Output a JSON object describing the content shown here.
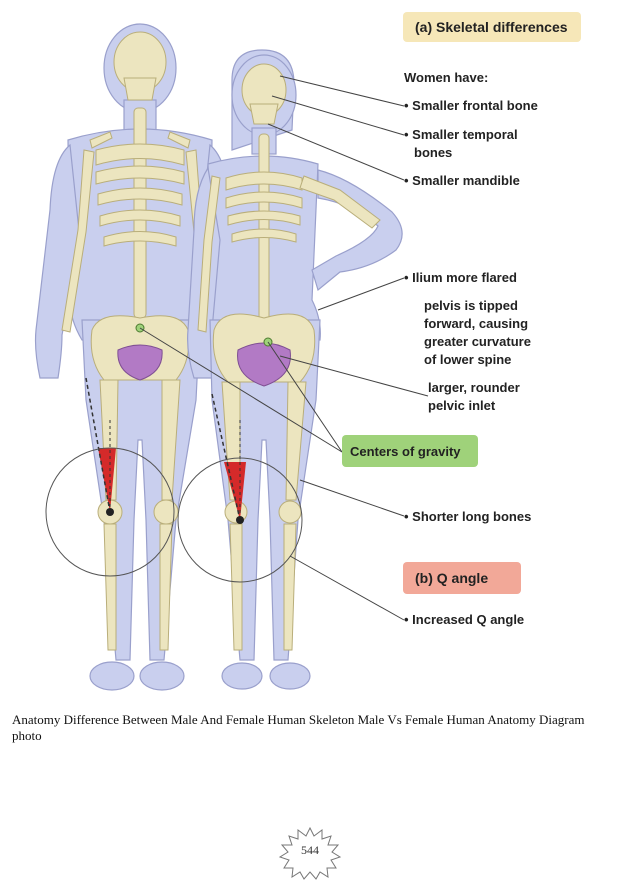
{
  "figure": {
    "section_a_title": "(a) Skeletal differences",
    "women_have": "Women have:",
    "bullets": [
      "• Smaller frontal bone",
      "• Smaller temporal",
      "bones",
      "• Smaller mandible",
      "• Ilium more flared"
    ],
    "pelvis_notes": [
      "pelvis is tipped",
      "forward, causing",
      "greater curvature",
      "of lower spine"
    ],
    "inlet_notes": [
      "larger, rounder",
      "pelvic inlet"
    ],
    "centers_of_gravity": "Centers of gravity",
    "shorter_long_bones": "• Shorter long bones",
    "section_b_title": "(b) Q angle",
    "increased_q_angle": "• Increased Q angle",
    "colors": {
      "section_a_box": "#f6e7b8",
      "centers_box": "#9fd27a",
      "q_angle_box": "#f2a898",
      "body": "#c9cfee",
      "bone": "#ece5bf",
      "pelvic_inlet": "#b27ac5",
      "q_angle_wedge": "#d42a2a"
    }
  },
  "caption": "Anatomy Difference Between Male And Female Human Skeleton Male Vs Female Human Anatomy Diagram photo",
  "page_number": "544"
}
